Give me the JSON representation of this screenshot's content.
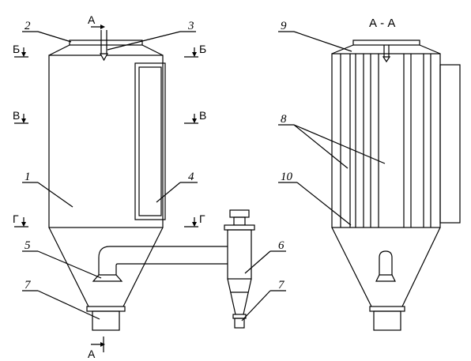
{
  "callouts": {
    "n1": "1",
    "n2": "2",
    "n3": "3",
    "n4": "4",
    "n5": "5",
    "n6": "6",
    "n7a": "7",
    "n7b": "7",
    "n8": "8",
    "n9": "9",
    "n10": "10"
  },
  "section_marks": {
    "a_top": "А",
    "a_bottom": "А",
    "b_left": "Б",
    "b_right": "Б",
    "v_left": "В",
    "v_right": "В",
    "g_left": "Г",
    "g_right": "Г"
  },
  "section_view_title": "А - А"
}
